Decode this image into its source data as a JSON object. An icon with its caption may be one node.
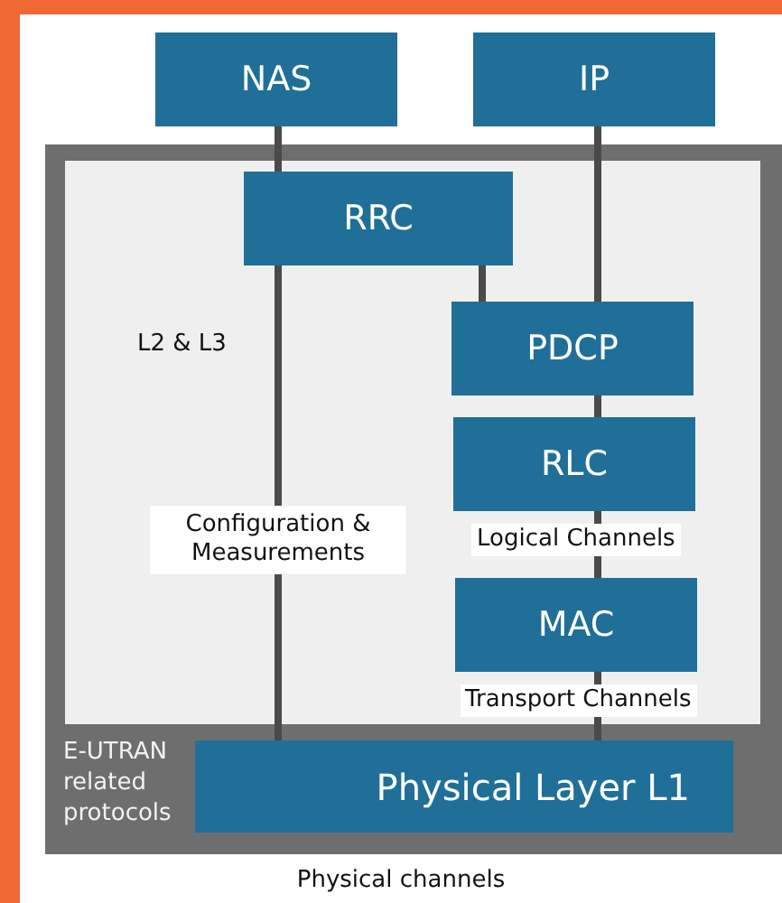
{
  "diagram": {
    "nodes": [
      {
        "text": [
          "NAS"
        ]
      },
      {
        "text": [
          "IP"
        ]
      },
      {
        "text": [
          "E-UTRAN related protocols"
        ]
      },
      {
        "text": [
          "L2 & L3"
        ],
        "in": 2
      },
      {
        "text": [
          "RRC"
        ],
        "in": 3
      },
      {
        "text": [
          "PDCP"
        ],
        "in": 3
      },
      {
        "text": [
          "RLC"
        ],
        "in": 3
      },
      {
        "text": [
          "MAC"
        ],
        "in": 3
      },
      {
        "text": [
          "Physical Layer L1"
        ],
        "in": 2
      }
    ],
    "edges": [
      {
        "from": 0,
        "to": 4,
        "arrow": "none"
      },
      {
        "from": 4,
        "to": 8,
        "arrow": "none",
        "label": "Configuration & Measurements"
      },
      {
        "from": 4,
        "to": 5,
        "arrow": "none"
      },
      {
        "from": 1,
        "to": 5,
        "arrow": "none"
      },
      {
        "from": 5,
        "to": 6,
        "arrow": "none"
      },
      {
        "from": 6,
        "to": 7,
        "arrow": "none",
        "label": "Logical Channels"
      },
      {
        "from": 7,
        "to": 8,
        "arrow": "none",
        "label": "Transport Channels"
      }
    ],
    "labels": [
      "Physical channels"
    ]
  }
}
